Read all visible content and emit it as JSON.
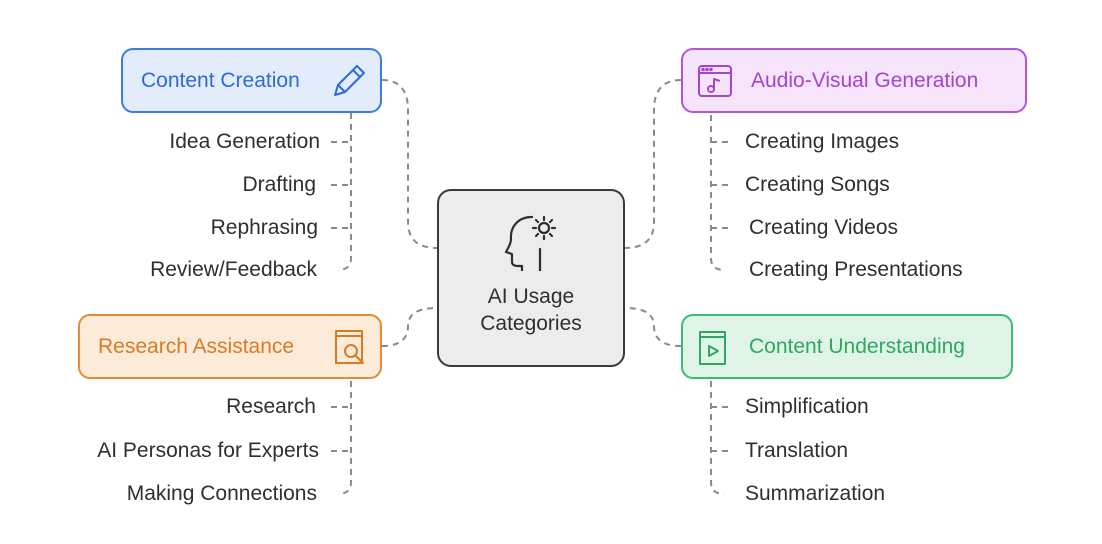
{
  "center": {
    "title": "AI Usage\nCategories",
    "icon": "head-gear-icon"
  },
  "categories": [
    {
      "title": "Content Creation",
      "icon": "pencil-icon",
      "border_color": "#3b7de0",
      "fill_color": "#e2ecfb",
      "text_color": "#2f6bd8",
      "items": [
        "Idea Generation",
        "Drafting",
        "Rephrasing",
        "Review/Feedback"
      ]
    },
    {
      "title": "Audio-Visual Generation",
      "icon": "media-window-icon",
      "border_color": "#b355d9",
      "fill_color": "#f6e4fb",
      "text_color": "#a445cf",
      "items": [
        "Creating Images",
        "Creating Songs",
        "Creating Videos",
        "Creating Presentations"
      ]
    },
    {
      "title": "Research Assistance",
      "icon": "book-search-icon",
      "border_color": "#e58b36",
      "fill_color": "#fdebd9",
      "text_color": "#d97a25",
      "items": [
        "Research",
        "AI Personas for Experts",
        "Making Connections"
      ]
    },
    {
      "title": "Content Understanding",
      "icon": "video-book-icon",
      "border_color": "#3dbb72",
      "fill_color": "#dff4e7",
      "text_color": "#2fa862",
      "items": [
        "Simplification",
        "Translation",
        "Summarization"
      ]
    }
  ],
  "colors": {
    "connector": "#8a8a8a",
    "center_border": "#3a3a3a",
    "center_fill": "#ececec",
    "text": "#2f2f2f"
  }
}
